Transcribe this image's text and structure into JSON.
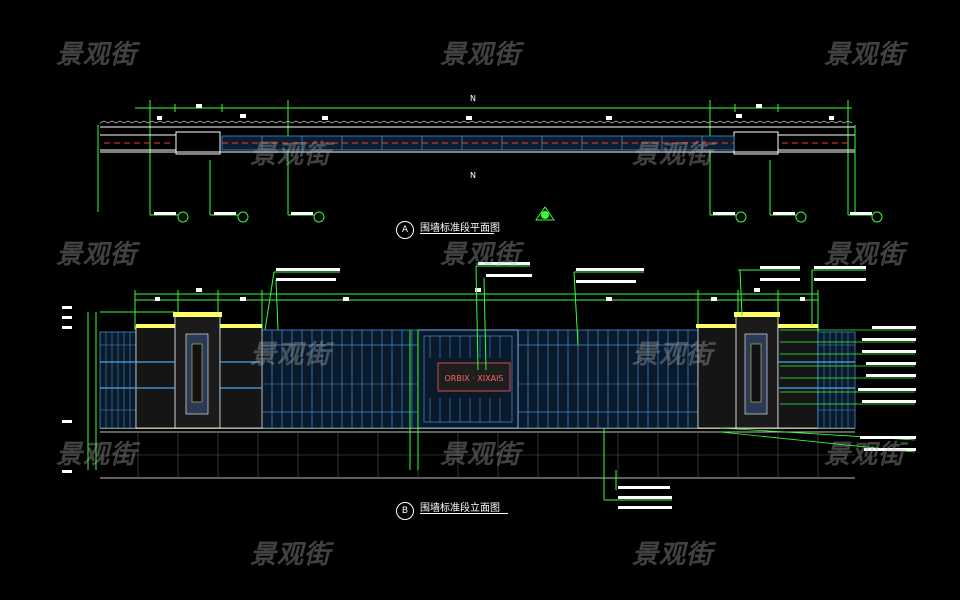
{
  "watermark": "景观街",
  "plan": {
    "tag": "A",
    "title": "围墙标准段平面图",
    "dim_total_top": "N",
    "dim_total_bottom": "N"
  },
  "elevation": {
    "tag": "B",
    "title": "围墙标准段立面图",
    "plaque_text": "ORBIX · XIXAIS"
  },
  "colors": {
    "background": "#000000",
    "dimension": "#33ff33",
    "wall_line": "#ffffff",
    "grill": "#3f8fd6",
    "pier_cap": "#ffff66",
    "red": "#ff3333",
    "watermark": "#aaaaaa"
  }
}
